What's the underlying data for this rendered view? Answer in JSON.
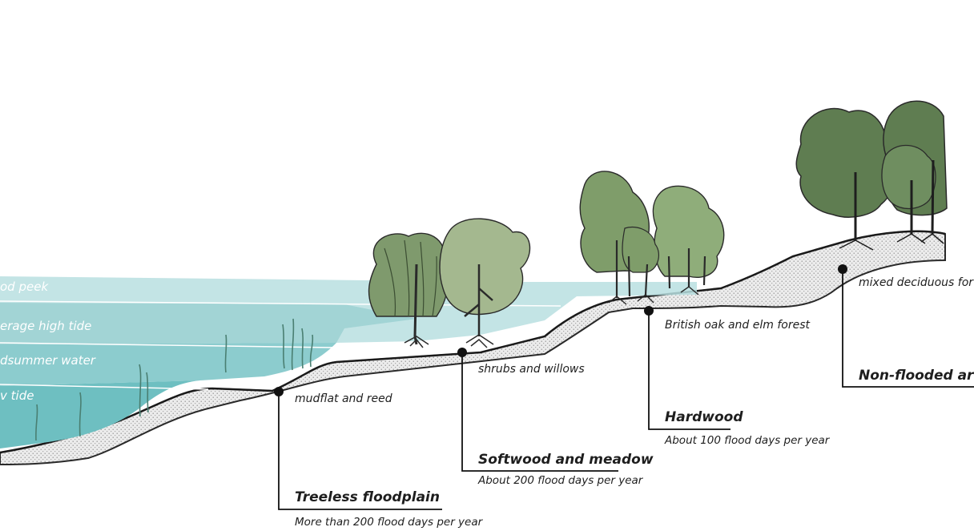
{
  "water_levels": [
    {
      "label": "od peek"
    },
    {
      "label": "erage high tide"
    },
    {
      "label": "dsummer water"
    },
    {
      "label": "v tide"
    }
  ],
  "vegetation": [
    {
      "label": "mudflat and reed"
    },
    {
      "label": "shrubs and willows"
    },
    {
      "label": "British oak and elm forest"
    },
    {
      "label": "mixed deciduous for"
    }
  ],
  "zones": [
    {
      "title": "Treeless floodplain",
      "subtitle": "More than 200 flood days per year"
    },
    {
      "title": "Softwood and meadow",
      "subtitle": "About 200 flood days per year"
    },
    {
      "title": "Hardwood",
      "subtitle": "About 100 flood days per year"
    },
    {
      "title": "Non-flooded are",
      "subtitle": ""
    }
  ],
  "colors": {
    "water_light": "#b9dfe0",
    "water_mid": "#86c9cb",
    "water_deep": "#5fb6b8",
    "soil": "#e9e9e9",
    "willow": "#7f9a6d",
    "shrub": "#a4b88f",
    "hardwood": "#7f9d6a",
    "deciduous": "#5f7d51",
    "ink": "#111111"
  }
}
